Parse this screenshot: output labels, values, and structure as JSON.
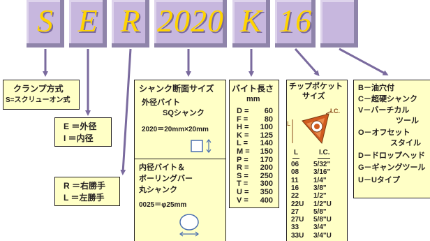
{
  "code": [
    "S",
    "E",
    "R",
    "2020",
    "K",
    "16",
    ""
  ],
  "clamp": {
    "title": "クランプ方式",
    "item": "S=スクリューオン式"
  },
  "ext_int": {
    "line1": "E ＝外径",
    "line2": "I ＝内径"
  },
  "hand": {
    "line1": "R ＝右勝手",
    "line2": "L ＝左勝手"
  },
  "shank": {
    "title": "シャンク断面サイズ",
    "outer_heading": "外径バイト",
    "sq": "SQシャンク",
    "sq_example": "2020＝20mm×20mm",
    "inner_heading_1": "内径バイト＆",
    "inner_heading_2": "ボーリングバー",
    "inner_heading_3": "丸シャンク",
    "round_example": "0025＝φ25mm"
  },
  "length": {
    "title": "バイト長さ",
    "unit": "mm",
    "rows": [
      {
        "code": "D",
        "value": "60"
      },
      {
        "code": "F",
        "value": "80"
      },
      {
        "code": "H",
        "value": "100"
      },
      {
        "code": "K",
        "value": "125"
      },
      {
        "code": "L",
        "value": "140"
      },
      {
        "code": "M",
        "value": "150"
      },
      {
        "code": "P",
        "value": "170"
      },
      {
        "code": "R",
        "value": "200"
      },
      {
        "code": "S",
        "value": "250"
      },
      {
        "code": "T",
        "value": "300"
      },
      {
        "code": "U",
        "value": "350"
      },
      {
        "code": "V",
        "value": "400"
      }
    ]
  },
  "pocket": {
    "title_1": "チップポケット",
    "title_2": "サイズ",
    "diagram_ic": "I.C.",
    "diagram_l": "L",
    "col_l": "L",
    "col_ic": "I.C.",
    "rows": [
      {
        "l": "06",
        "ic": "5/32\""
      },
      {
        "l": "08",
        "ic": "3/16\""
      },
      {
        "l": "11",
        "ic": "1/4\""
      },
      {
        "l": "16",
        "ic": "3/8\""
      },
      {
        "l": "22",
        "ic": "1/2\""
      },
      {
        "l": "22U",
        "ic": "1/2\"U"
      },
      {
        "l": "27",
        "ic": "5/8\""
      },
      {
        "l": "27U",
        "ic": "5/8\"U"
      },
      {
        "l": "33",
        "ic": "3/4\""
      },
      {
        "l": "33U",
        "ic": "3/4\"U"
      }
    ]
  },
  "options": {
    "items": [
      "B－油穴付",
      "C－超硬シャンク",
      "V－バーチカル",
      "ツール",
      "O－オフセット",
      "スタイル",
      "D－ドロップヘッド",
      "G－ギャングツール",
      "U－Uタイプ"
    ]
  },
  "colors": {
    "box_face": "#c7b7de",
    "box_shadow": "#8f84aa",
    "letter": "#ffd400",
    "arrow": "#7a6a9e",
    "panel": "#ffffc6",
    "insert": "#d05a1e"
  }
}
